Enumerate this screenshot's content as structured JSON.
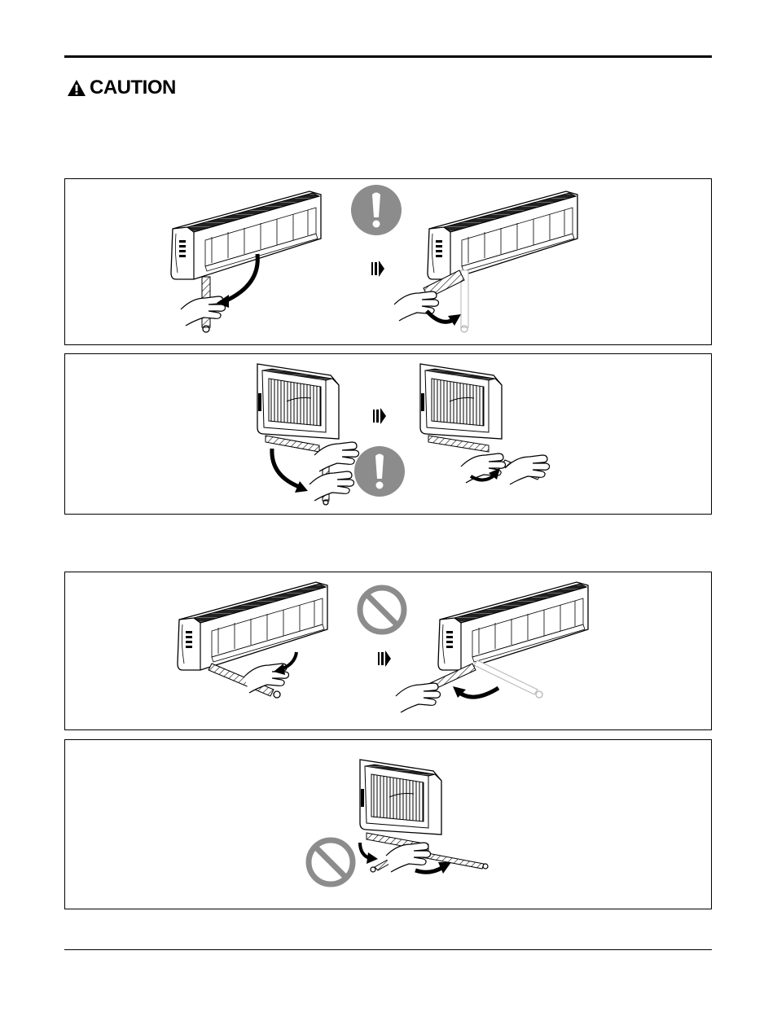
{
  "header": {
    "caution_label": "CAUTION",
    "caution_icon": "warning-triangle-icon"
  },
  "panels": [
    {
      "id": "p1",
      "icons": [
        "unit-front-view-icon",
        "hand-bending-pipe-icon",
        "attention-exclamation-icon",
        "step-arrow-icon",
        "unit-front-view-icon",
        "hand-bending-pipe-icon"
      ]
    },
    {
      "id": "p2",
      "icons": [
        "unit-rear-view-icon",
        "hand-bending-pipe-icon",
        "step-arrow-icon",
        "attention-exclamation-icon",
        "unit-rear-view-icon",
        "hand-bending-pipe-icon"
      ]
    },
    {
      "id": "p3",
      "icons": [
        "unit-front-view-icon",
        "hand-bending-pipe-icon",
        "prohibited-icon",
        "step-arrow-icon",
        "unit-front-view-icon",
        "hand-bending-pipe-icon"
      ]
    },
    {
      "id": "p4",
      "icons": [
        "unit-rear-view-icon",
        "prohibited-icon",
        "hand-bending-pipe-icon"
      ]
    }
  ],
  "colors": {
    "line": "#000000",
    "sign_fill": "#8c8c8c",
    "sign_symbol": "#ffffff",
    "ghost_pipe": "#b5b5b5"
  }
}
